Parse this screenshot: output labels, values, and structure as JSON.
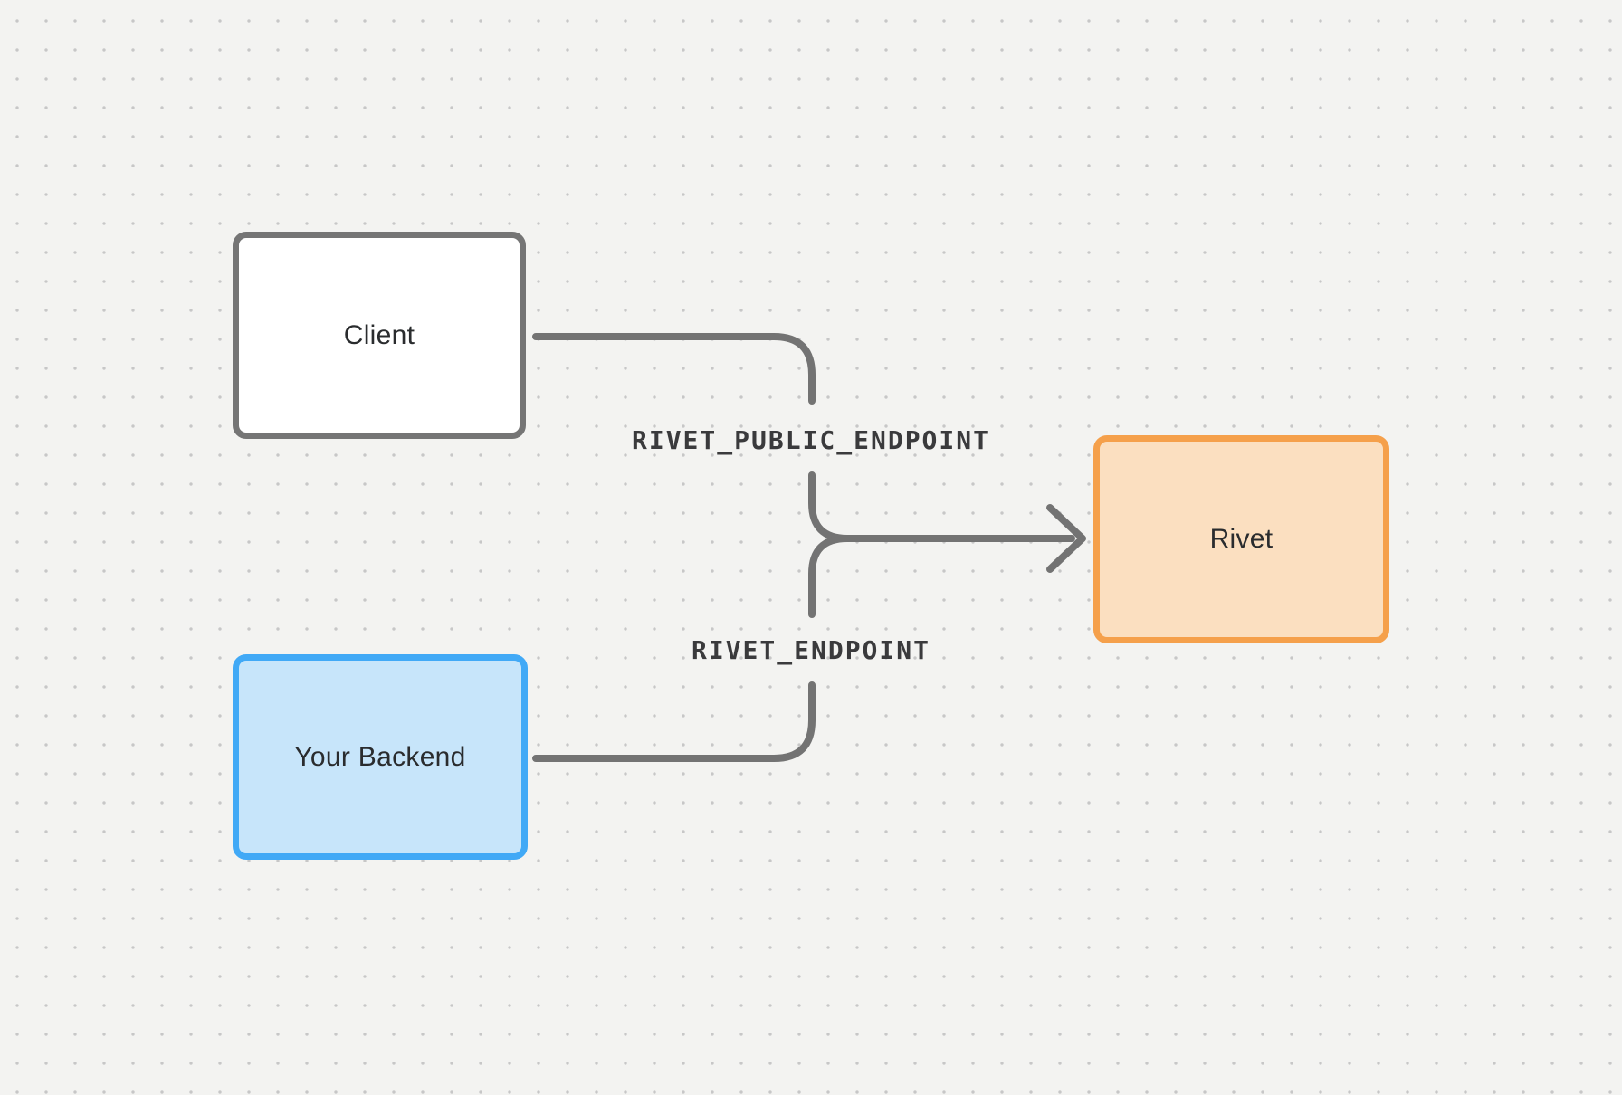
{
  "canvas": {
    "background_color": "#f3f3f1",
    "dot_color": "#c7c7c7"
  },
  "nodes": [
    {
      "id": "client",
      "label": "Client",
      "fill": "#ffffff",
      "border": "#757575"
    },
    {
      "id": "backend",
      "label": "Your Backend",
      "fill": "#c7e5fa",
      "border": "#41a9f6"
    },
    {
      "id": "rivet",
      "label": "Rivet",
      "fill": "#fbdfc0",
      "border": "#f5a04b"
    }
  ],
  "edges": {
    "color": "#737373",
    "label_color": "#3a3a3c",
    "client_to_rivet_label": "RIVET_PUBLIC_ENDPOINT",
    "backend_to_rivet_label": "RIVET_ENDPOINT"
  }
}
